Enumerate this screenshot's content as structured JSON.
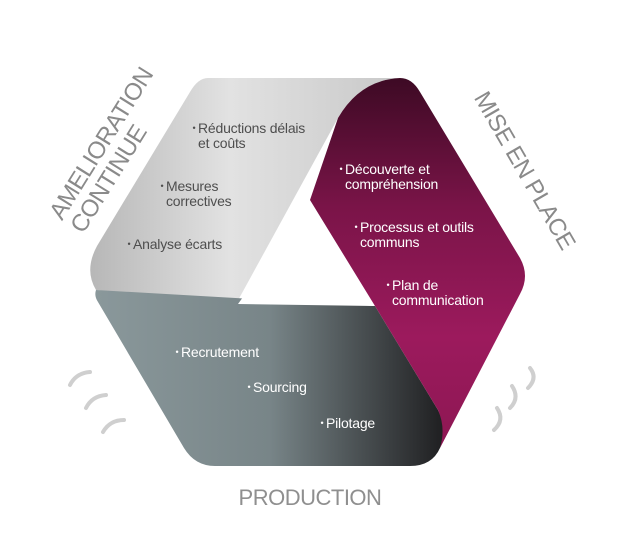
{
  "titles": {
    "amelioration": [
      "AMELIORATION",
      "CONTINUE"
    ],
    "mise_en_place": "MISE EN PLACE",
    "production": "PRODUCTION"
  },
  "sections": {
    "amelioration": [
      [
        "Réductions délais",
        "et coûts"
      ],
      [
        "Mesures",
        "correctives"
      ],
      [
        "Analyse écarts"
      ]
    ],
    "mise_en_place": [
      [
        "Découverte et",
        "compréhension"
      ],
      [
        "Processus et outils",
        "communs"
      ],
      [
        "Plan de",
        "communication"
      ]
    ],
    "production": [
      [
        "Recrutement"
      ],
      [
        "Sourcing"
      ],
      [
        "Pilotage"
      ]
    ]
  },
  "bullet": "•",
  "colors": {
    "grey_band": "#c9c9c9",
    "slate_band": "#7f8d90",
    "dark_band": "#2b2b2d",
    "magenta_band": "#9a1a5c",
    "plum_band": "#4a0d2d",
    "title_grey": "#8a8a8a"
  }
}
